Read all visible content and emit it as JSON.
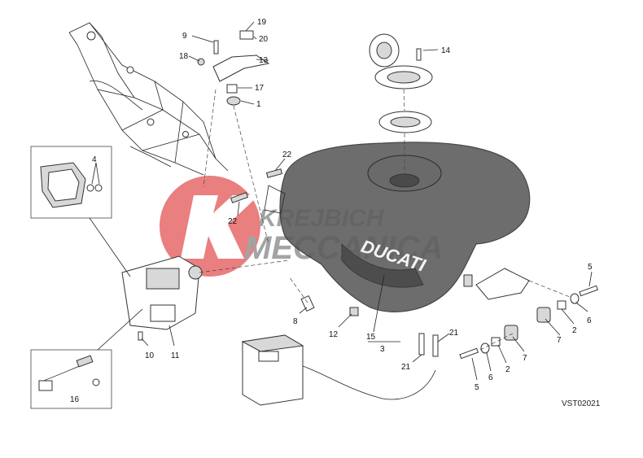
{
  "callouts": {
    "c1": "1",
    "c2a": "2",
    "c2b": "2",
    "c3": "3",
    "c4": "4",
    "c5a": "5",
    "c5b": "5",
    "c6a": "6",
    "c6b": "6",
    "c7a": "7",
    "c7b": "7",
    "c8": "8",
    "c9": "9",
    "c10": "10",
    "c11": "11",
    "c12": "12",
    "c13": "13",
    "c14": "14",
    "c15": "15",
    "c16": "16",
    "c17": "17",
    "c18": "18",
    "c19": "19",
    "c20": "20",
    "c21a": "21",
    "c21b": "21",
    "c22a": "22",
    "c22b": "22"
  },
  "watermark": {
    "line1": "KREJBICH",
    "line2": "MECCANICA",
    "color": "#e06060"
  },
  "tank_brand": "DUCATI",
  "drawing_code": "VST02021"
}
